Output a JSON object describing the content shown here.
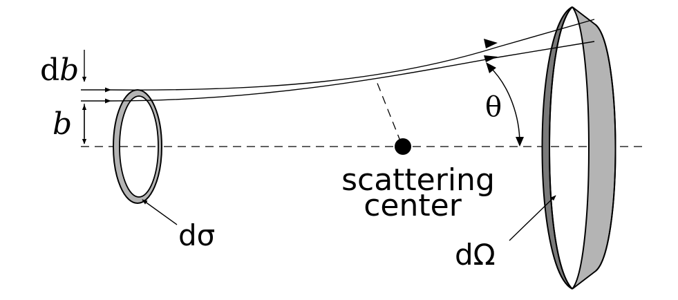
{
  "labels": {
    "db_d": "d",
    "db_b": "b",
    "b": "b",
    "theta": "θ",
    "dsigma": "dσ",
    "scattering": "scattering",
    "center": "center",
    "domega": "dΩ"
  },
  "colors": {
    "line": "#000000",
    "ring_light": "#b4b4b4",
    "ring_dark": "#7a7a7a",
    "background": "#ffffff"
  }
}
